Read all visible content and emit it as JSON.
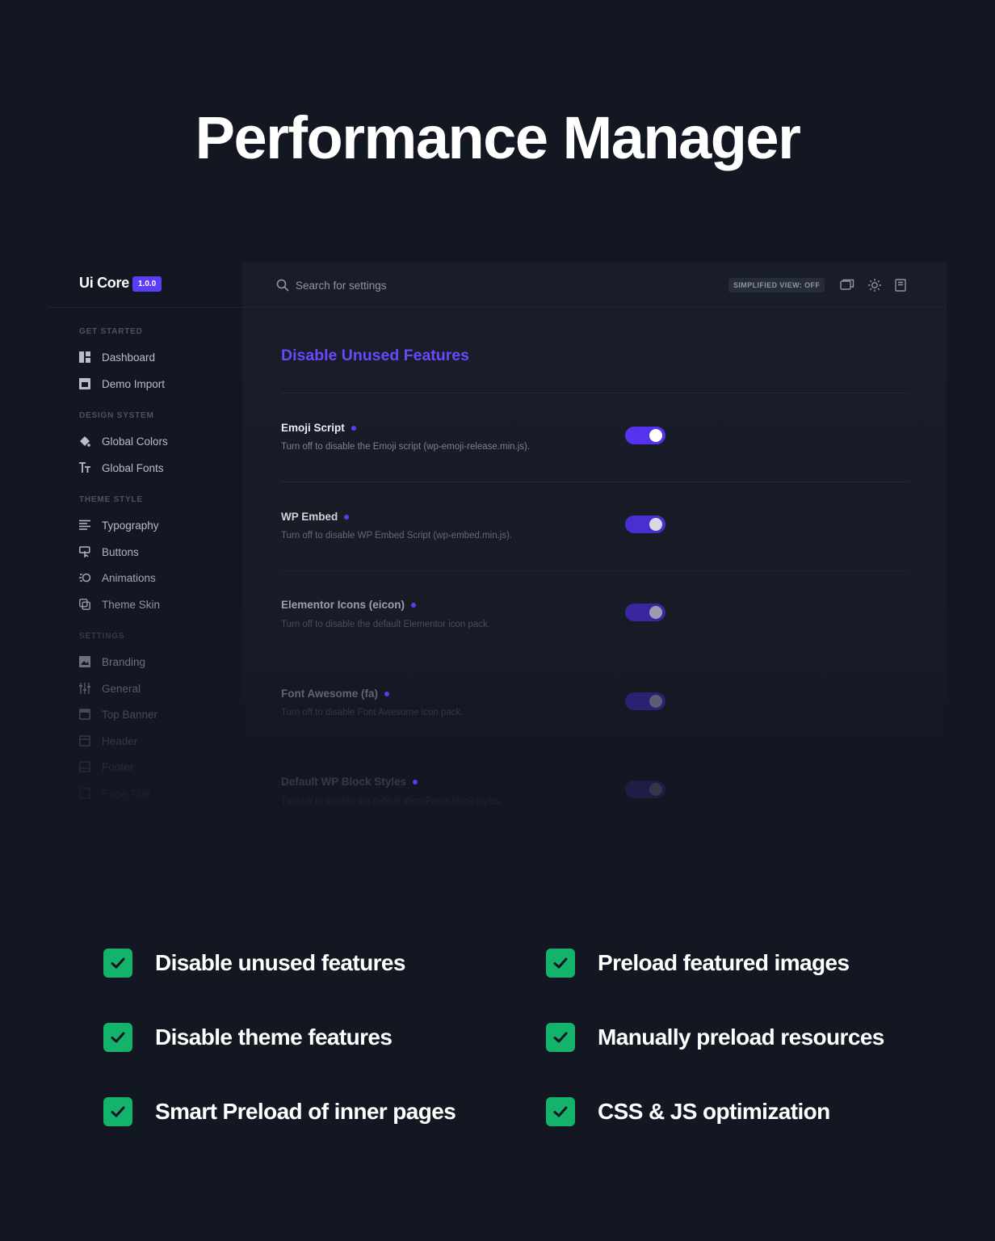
{
  "hero": {
    "title": "Performance Manager"
  },
  "app": {
    "logo": "Ui Core",
    "version": "1.0.0",
    "search": {
      "placeholder": "Search for settings",
      "value": ""
    },
    "simplified_view": "SIMPLIFIED VIEW: OFF",
    "toolbar_icons": [
      "screens-icon",
      "sun-icon",
      "book-icon"
    ]
  },
  "sidebar": {
    "sections": [
      {
        "title": "GET STARTED",
        "items": [
          {
            "label": "Dashboard",
            "icon": "dashboard-icon"
          },
          {
            "label": "Demo Import",
            "icon": "import-icon"
          }
        ]
      },
      {
        "title": "DESIGN SYSTEM",
        "items": [
          {
            "label": "Global Colors",
            "icon": "paint-bucket-icon"
          },
          {
            "label": "Global Fonts",
            "icon": "font-icon"
          }
        ]
      },
      {
        "title": "THEME STYLE",
        "items": [
          {
            "label": "Typography",
            "icon": "text-align-icon"
          },
          {
            "label": "Buttons",
            "icon": "button-cursor-icon"
          },
          {
            "label": "Animations",
            "icon": "animation-icon"
          },
          {
            "label": "Theme Skin",
            "icon": "skin-icon"
          }
        ]
      },
      {
        "title": "SETTINGS",
        "items": [
          {
            "label": "Branding",
            "icon": "image-icon"
          },
          {
            "label": "General",
            "icon": "sliders-icon"
          },
          {
            "label": "Top Banner",
            "icon": "banner-icon"
          },
          {
            "label": "Header",
            "icon": "header-icon"
          },
          {
            "label": "Footer",
            "icon": "footer-icon"
          },
          {
            "label": "Page Title",
            "icon": "page-title-icon"
          }
        ]
      }
    ]
  },
  "main": {
    "section_title": "Disable Unused Features",
    "settings": [
      {
        "name": "Emoji Script",
        "description": "Turn off to disable the Emoji script (wp-emoji-release.min.js).",
        "enabled": true
      },
      {
        "name": "WP Embed",
        "description": "Turn off to disable WP Embed Script (wp-embed.min.js).",
        "enabled": true
      },
      {
        "name": "Elementor Icons (eicon)",
        "description": "Turn off to disable the default Elementor icon pack.",
        "enabled": true
      },
      {
        "name": "Font Awesome (fa)",
        "description": "Turn off to disable Font Awesome icon pack.",
        "enabled": true
      },
      {
        "name": "Default WP Block Styles",
        "description": "Turn off to disable the default WordPress block styles.",
        "enabled": true
      }
    ]
  },
  "features": [
    "Disable unused features",
    "Preload featured images",
    "Disable theme features",
    "Manually preload resources",
    "Smart Preload of inner pages",
    "CSS & JS optimization"
  ],
  "colors": {
    "background": "#131722",
    "accent": "#5b3df5",
    "check_green": "#13b36b"
  }
}
